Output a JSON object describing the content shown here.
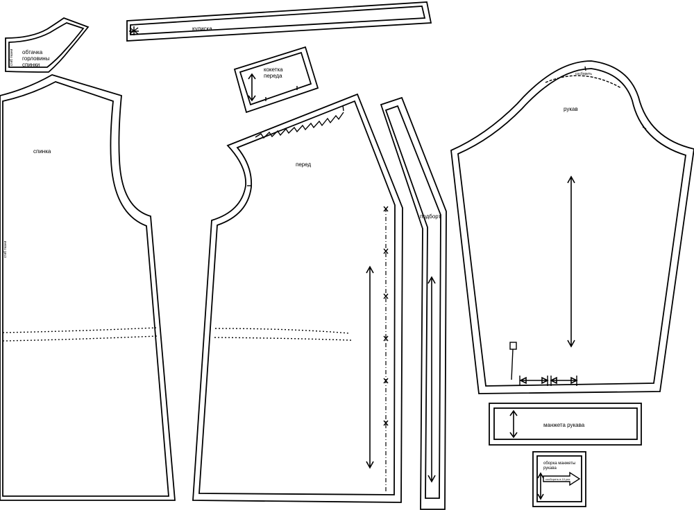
{
  "pieces": {
    "back_facing": {
      "label_lines": [
        "обтачка",
        "горловины",
        "спинки"
      ],
      "fold_label": "сгиб ткани"
    },
    "drawstring": {
      "label": "кулиска"
    },
    "front_yoke": {
      "label_lines": [
        "кокетка",
        "переда"
      ]
    },
    "back": {
      "label": "спинка",
      "fold_label": "сгиб ткани"
    },
    "front": {
      "label": "перед"
    },
    "facing": {
      "label": "подборт"
    },
    "sleeve": {
      "label": "рукав",
      "ease_label": "сосборить"
    },
    "cuff": {
      "label": "манжета рукава"
    },
    "cuff_frill": {
      "label_lines": [
        "оборка манжеты",
        "рукава"
      ],
      "gather_label": "сосборить в 10 раз"
    }
  }
}
